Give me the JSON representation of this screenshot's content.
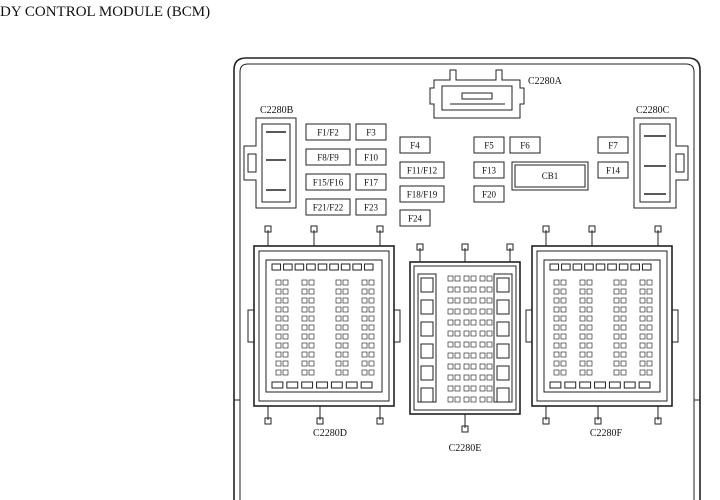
{
  "title": "DY CONTROL MODULE (BCM)",
  "connectors": {
    "c2280a": "C2280A",
    "c2280b": "C2280B",
    "c2280c": "C2280C",
    "c2280d": "C2280D",
    "c2280e": "C2280E",
    "c2280f": "C2280F"
  },
  "fuses": [
    {
      "id": "f1f2",
      "label": "F1/F2"
    },
    {
      "id": "f3",
      "label": "F3"
    },
    {
      "id": "f8f9",
      "label": "F8/F9"
    },
    {
      "id": "f10",
      "label": "F10"
    },
    {
      "id": "f15f16",
      "label": "F15/F16"
    },
    {
      "id": "f17",
      "label": "F17"
    },
    {
      "id": "f21f22",
      "label": "F21/F22"
    },
    {
      "id": "f23",
      "label": "F23"
    },
    {
      "id": "f4",
      "label": "F4"
    },
    {
      "id": "f11f12",
      "label": "F11/F12"
    },
    {
      "id": "f18f19",
      "label": "F18/F19"
    },
    {
      "id": "f24",
      "label": "F24"
    },
    {
      "id": "f5",
      "label": "F5"
    },
    {
      "id": "f6",
      "label": "F6"
    },
    {
      "id": "f13",
      "label": "F13"
    },
    {
      "id": "f20",
      "label": "F20"
    },
    {
      "id": "f7",
      "label": "F7"
    },
    {
      "id": "f14",
      "label": "F14"
    }
  ],
  "breaker": {
    "label": "CB1"
  }
}
